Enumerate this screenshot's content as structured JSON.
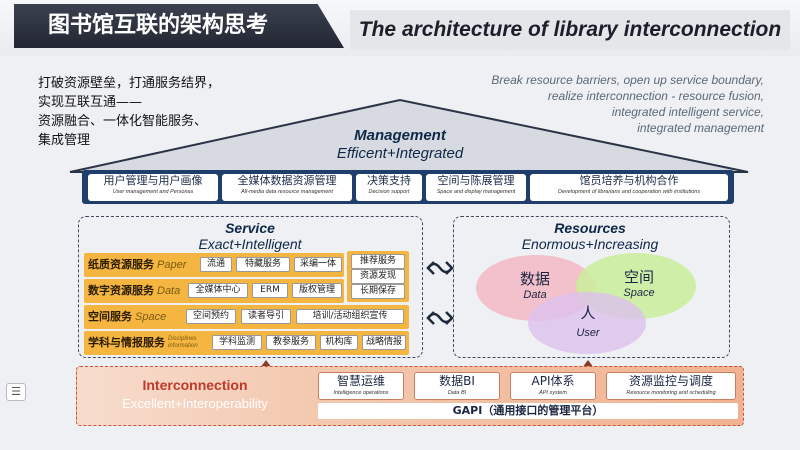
{
  "header": {
    "cn_title": "图书馆互联的架构思考",
    "en_title": "The architecture of library interconnection"
  },
  "intro": {
    "cn": "打破资源壁垒，打通服务结界，\n实现互联互通——\n资源融合、一体化智能服务、\n集成管理",
    "en": "Break resource barriers, open up service boundary,\nrealize interconnection - resource fusion,\nintegrated intelligent service,\nintegrated management"
  },
  "management": {
    "title": "Management",
    "subtitle": "Efficent+Integrated",
    "items": [
      {
        "zh": "用户管理与用户画像",
        "en": "User management and Personas"
      },
      {
        "zh": "全媒体数据资源管理",
        "en": "All-media data resource management"
      },
      {
        "zh": "决策支持",
        "en": "Decision support"
      },
      {
        "zh": "空间与陈展管理",
        "en": "Space and display management"
      },
      {
        "zh": "馆员培养与机构合作",
        "en": "Development of librarians and cooperation with institutions"
      }
    ]
  },
  "service": {
    "title": "Service",
    "subtitle": "Exact+Intelligent",
    "rows": [
      {
        "zh": "纸质资源服务",
        "en": "Paper",
        "chips": [
          "流通",
          "特藏服务",
          "采编一体"
        ]
      },
      {
        "zh": "数字资源服务",
        "en": "Data",
        "chips": [
          "全媒体中心",
          "ERM",
          "版权管理"
        ]
      },
      {
        "zh": "空间服务",
        "en": "Space",
        "chips": [
          "空间预约",
          "读者导引",
          "培训/活动组织宣传"
        ]
      },
      {
        "zh": "学科与情报服务",
        "en": "Disciplines information",
        "chips": [
          "学科监测",
          "教参服务",
          "机构库",
          "战略情报"
        ]
      }
    ],
    "side_chips": [
      "推荐服务",
      "资源发现",
      "长期保存"
    ]
  },
  "resources": {
    "title": "Resources",
    "subtitle": "Enormous+Increasing",
    "data": {
      "zh": "数据",
      "en": "Data"
    },
    "space": {
      "zh": "空间",
      "en": "Space"
    },
    "user": {
      "zh": "人",
      "en": "User"
    }
  },
  "interconnection": {
    "title": "Interconnection",
    "subtitle": "Excellent+Interoperability",
    "items": [
      {
        "zh": "智慧运维",
        "en": "Intelligence operations"
      },
      {
        "zh": "数据BI",
        "en": "Data BI"
      },
      {
        "zh": "API体系",
        "en": "API system"
      },
      {
        "zh": "资源监控与调度",
        "en": "Resource monitoring and scheduling"
      }
    ],
    "gapi": "GAPI（通用接口的管理平台）"
  },
  "colors": {
    "navy": "#1f3e6c",
    "service_gold": "#f4b640",
    "interconnect_red": "#c0392b",
    "data_circle": "#f3b8c4",
    "space_circle": "#c9ef9a",
    "user_circle": "#dcc0ec"
  }
}
